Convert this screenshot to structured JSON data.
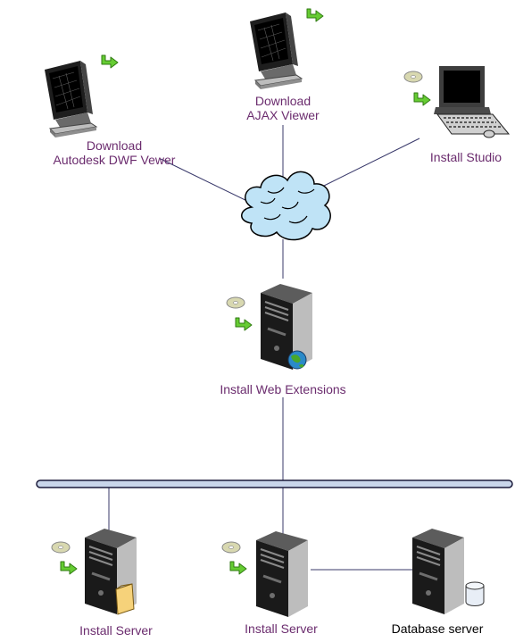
{
  "colors": {
    "label": "#6b2c6e",
    "dark_label": "#000000",
    "connector": "#38386a",
    "backbone_fill": "#c9d6ea",
    "cloud_fill": "#bfe3f6",
    "arrow_green": "#66cc33",
    "disc": "#d8d8b0"
  },
  "nodes": {
    "dwf_viewer": {
      "line1": "Download",
      "line2": "Autodesk DWF Vewer",
      "icon": "monitor-icon"
    },
    "ajax_viewer": {
      "line1": "Download",
      "line2": "AJAX Viewer",
      "icon": "monitor-icon"
    },
    "studio": {
      "label": "Install Studio",
      "icon": "desktop-computer-icon"
    },
    "internet": {
      "icon": "cloud-icon"
    },
    "web_extensions": {
      "label": "Install Web Extensions",
      "icon": "web-server-icon"
    },
    "server_left": {
      "label": "Install Server",
      "icon": "file-server-icon"
    },
    "server_mid": {
      "label": "Install Server",
      "icon": "server-icon"
    },
    "database": {
      "label": "Database server",
      "icon": "database-server-icon"
    }
  }
}
